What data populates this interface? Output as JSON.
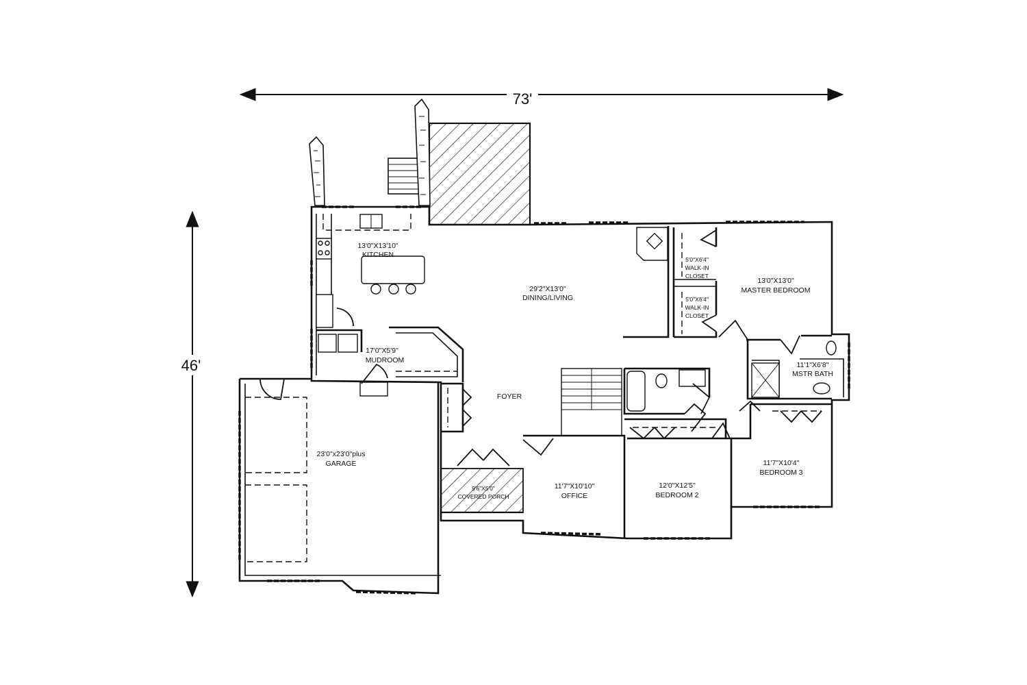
{
  "dimensions": {
    "width_label": "73'",
    "height_label": "46'"
  },
  "rooms": [
    {
      "id": "kitchen",
      "size": "13'0\"X13'10\"",
      "name": "KITCHEN"
    },
    {
      "id": "dining-living",
      "size": "29'2\"X13'0\"",
      "name": "DINING/LIVING"
    },
    {
      "id": "closet-1",
      "size": "5'0\"X6'4\"",
      "name": "WALK-IN",
      "name2": "CLOSET"
    },
    {
      "id": "closet-2",
      "size": "5'0\"X6'4\"",
      "name": "WALK-IN",
      "name2": "CLOSET"
    },
    {
      "id": "master-bedroom",
      "size": "13'0\"X13'0\"",
      "name": "MASTER BEDROOM"
    },
    {
      "id": "mudroom",
      "size": "17'0\"X5'9\"",
      "name": "MUDROOM"
    },
    {
      "id": "mstr-bath",
      "size": "11'1\"X6'8\"",
      "name": "MSTR BATH"
    },
    {
      "id": "foyer",
      "name": "FOYER"
    },
    {
      "id": "garage",
      "size": "23'0\"x23'0\"plus",
      "name": "GARAGE"
    },
    {
      "id": "covered-porch",
      "size": "9'6\"X5'0\"",
      "name": "COVERED PORCH"
    },
    {
      "id": "office",
      "size": "11'7\"X10'10\"",
      "name": "OFFICE"
    },
    {
      "id": "bedroom-2",
      "size": "12'0\"X12'5\"",
      "name": "BEDROOM 2"
    },
    {
      "id": "bedroom-3",
      "size": "11'7\"X10'4\"",
      "name": "BEDROOM 3"
    }
  ]
}
